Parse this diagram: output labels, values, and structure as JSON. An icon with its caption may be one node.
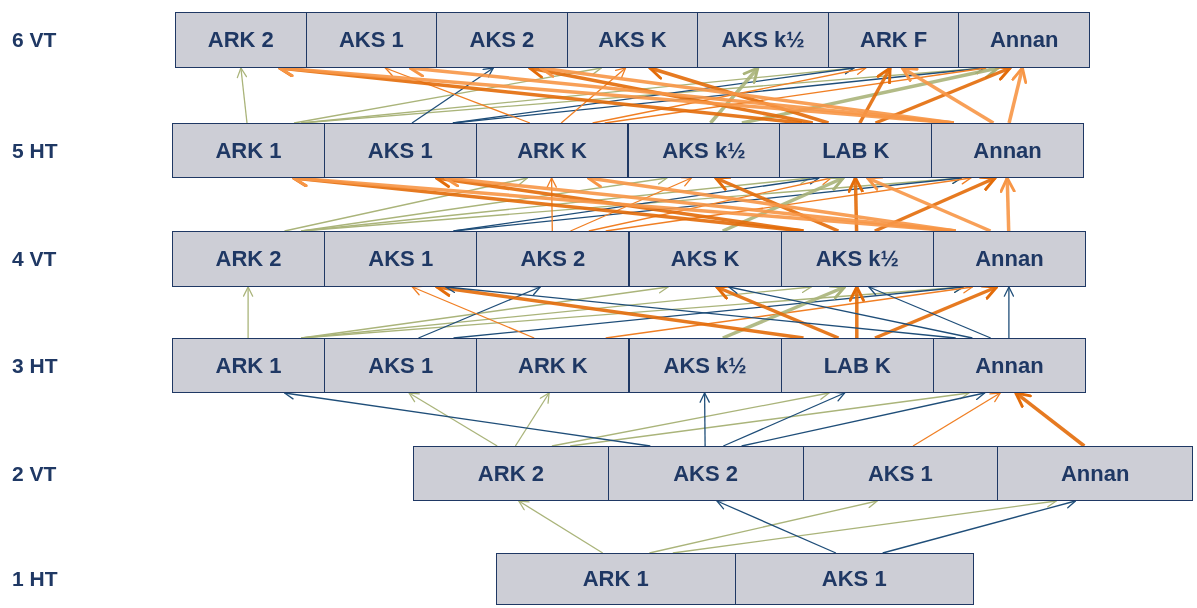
{
  "diagram": {
    "nodes": [
      {
        "text": [
          "ARK 2"
        ]
      },
      {
        "text": [
          "AKS 1"
        ]
      },
      {
        "text": [
          "AKS 2"
        ]
      },
      {
        "text": [
          "AKS K"
        ]
      },
      {
        "text": [
          "AKS k½"
        ]
      },
      {
        "text": [
          "ARK F"
        ]
      },
      {
        "text": [
          "Annan"
        ]
      },
      {
        "text": [
          "ARK 1"
        ]
      },
      {
        "text": [
          "AKS 1"
        ]
      },
      {
        "text": [
          "ARK K"
        ]
      },
      {
        "text": [
          "AKS k½"
        ]
      },
      {
        "text": [
          "LAB K"
        ]
      },
      {
        "text": [
          "Annan"
        ]
      },
      {
        "text": [
          "ARK 2"
        ]
      },
      {
        "text": [
          "AKS 1"
        ]
      },
      {
        "text": [
          "AKS 2"
        ]
      },
      {
        "text": [
          "AKS K"
        ]
      },
      {
        "text": [
          "AKS k½"
        ]
      },
      {
        "text": [
          "Annan"
        ]
      },
      {
        "text": [
          "ARK 1"
        ]
      },
      {
        "text": [
          "AKS 1"
        ]
      },
      {
        "text": [
          "ARK K"
        ]
      },
      {
        "text": [
          "AKS k½"
        ]
      },
      {
        "text": [
          "LAB K"
        ]
      },
      {
        "text": [
          "Annan"
        ]
      },
      {
        "text": [
          "ARK 2"
        ]
      },
      {
        "text": [
          "AKS 2"
        ]
      },
      {
        "text": [
          "AKS 1"
        ]
      },
      {
        "text": [
          "Annan"
        ]
      },
      {
        "text": [
          "ARK 1"
        ]
      },
      {
        "text": [
          "AKS 1"
        ]
      }
    ],
    "edges": [
      {
        "from": 29,
        "to": 25,
        "arrow": "to",
        "color": "#aab47a"
      },
      {
        "from": 29,
        "to": 27,
        "arrow": "to",
        "color": "#aab47a"
      },
      {
        "from": 29,
        "to": 28,
        "arrow": "to",
        "color": "#aab47a"
      },
      {
        "from": 30,
        "to": 26,
        "arrow": "to",
        "color": "#1f4e79"
      },
      {
        "from": 30,
        "to": 28,
        "arrow": "to",
        "color": "#1f4e79"
      },
      {
        "from": 25,
        "to": 20,
        "arrow": "to",
        "color": "#aab47a"
      },
      {
        "from": 25,
        "to": 21,
        "arrow": "to",
        "color": "#aab47a"
      },
      {
        "from": 25,
        "to": 23,
        "arrow": "to",
        "color": "#aab47a"
      },
      {
        "from": 25,
        "to": 24,
        "arrow": "to",
        "color": "#aab47a"
      },
      {
        "from": 26,
        "to": 19,
        "arrow": "to",
        "color": "#1f4e79"
      },
      {
        "from": 26,
        "to": 22,
        "arrow": "to",
        "color": "#1f4e79"
      },
      {
        "from": 26,
        "to": 23,
        "arrow": "to",
        "color": "#1f4e79"
      },
      {
        "from": 26,
        "to": 24,
        "arrow": "to",
        "color": "#1f4e79"
      },
      {
        "from": 27,
        "to": 24,
        "arrow": "to",
        "color": "#f07f24"
      },
      {
        "from": 28,
        "to": 24,
        "arrow": "to",
        "style": "thick",
        "color": "#e36c09"
      },
      {
        "from": 19,
        "to": 13,
        "arrow": "to",
        "color": "#aab47a"
      },
      {
        "from": 19,
        "to": 16,
        "arrow": "to",
        "color": "#aab47a"
      },
      {
        "from": 19,
        "to": 17,
        "arrow": "to",
        "color": "#aab47a"
      },
      {
        "from": 19,
        "to": 18,
        "arrow": "to",
        "color": "#aab47a"
      },
      {
        "from": 20,
        "to": 15,
        "arrow": "to",
        "color": "#1f4e79"
      },
      {
        "from": 20,
        "to": 18,
        "arrow": "to",
        "color": "#1f4e79"
      },
      {
        "from": 21,
        "to": 14,
        "arrow": "to",
        "color": "#f07f24"
      },
      {
        "from": 21,
        "to": 18,
        "arrow": "to",
        "color": "#f07f24"
      },
      {
        "from": 22,
        "to": 17,
        "arrow": "to",
        "style": "thick",
        "color": "#aab47a"
      },
      {
        "from": 23,
        "to": 14,
        "arrow": "to",
        "style": "thick",
        "color": "#e36c09"
      },
      {
        "from": 23,
        "to": 16,
        "arrow": "to",
        "style": "thick",
        "color": "#e36c09"
      },
      {
        "from": 23,
        "to": 17,
        "arrow": "to",
        "style": "thick",
        "color": "#e36c09"
      },
      {
        "from": 23,
        "to": 18,
        "arrow": "to",
        "style": "thick",
        "color": "#e36c09"
      },
      {
        "from": 24,
        "to": 14,
        "arrow": "to",
        "color": "#1f4e79"
      },
      {
        "from": 24,
        "to": 16,
        "arrow": "to",
        "color": "#1f4e79"
      },
      {
        "from": 24,
        "to": 17,
        "arrow": "to",
        "color": "#1f4e79"
      },
      {
        "from": 24,
        "to": 18,
        "arrow": "to",
        "color": "#1f4e79"
      },
      {
        "from": 13,
        "to": 9,
        "arrow": "to",
        "color": "#aab47a"
      },
      {
        "from": 13,
        "to": 10,
        "arrow": "to",
        "color": "#aab47a"
      },
      {
        "from": 13,
        "to": 11,
        "arrow": "to",
        "color": "#aab47a"
      },
      {
        "from": 13,
        "to": 12,
        "arrow": "to",
        "color": "#aab47a"
      },
      {
        "from": 14,
        "to": 11,
        "arrow": "to",
        "color": "#1f4e79"
      },
      {
        "from": 14,
        "to": 12,
        "arrow": "to",
        "color": "#1f4e79"
      },
      {
        "from": 15,
        "to": 9,
        "arrow": "to",
        "color": "#f07f24"
      },
      {
        "from": 15,
        "to": 10,
        "arrow": "to",
        "color": "#f07f24"
      },
      {
        "from": 15,
        "to": 11,
        "arrow": "to",
        "color": "#f07f24"
      },
      {
        "from": 15,
        "to": 12,
        "arrow": "to",
        "color": "#f07f24"
      },
      {
        "from": 16,
        "to": 11,
        "arrow": "to",
        "style": "thick",
        "color": "#aab47a"
      },
      {
        "from": 17,
        "to": 7,
        "arrow": "to",
        "style": "thick",
        "color": "#e36c09"
      },
      {
        "from": 17,
        "to": 8,
        "arrow": "to",
        "style": "thick",
        "color": "#e36c09"
      },
      {
        "from": 17,
        "to": 10,
        "arrow": "to",
        "style": "thick",
        "color": "#e36c09"
      },
      {
        "from": 17,
        "to": 11,
        "arrow": "to",
        "style": "thick",
        "color": "#e36c09"
      },
      {
        "from": 17,
        "to": 12,
        "arrow": "to",
        "style": "thick",
        "color": "#e36c09"
      },
      {
        "from": 18,
        "to": 7,
        "arrow": "to",
        "style": "thick",
        "color": "#f79646"
      },
      {
        "from": 18,
        "to": 8,
        "arrow": "to",
        "style": "thick",
        "color": "#f79646"
      },
      {
        "from": 18,
        "to": 9,
        "arrow": "to",
        "style": "thick",
        "color": "#f79646"
      },
      {
        "from": 18,
        "to": 11,
        "arrow": "to",
        "style": "thick",
        "color": "#f79646"
      },
      {
        "from": 18,
        "to": 12,
        "arrow": "to",
        "style": "thick",
        "color": "#f79646"
      },
      {
        "from": 7,
        "to": 0,
        "arrow": "to",
        "color": "#aab47a"
      },
      {
        "from": 7,
        "to": 3,
        "arrow": "to",
        "color": "#aab47a"
      },
      {
        "from": 7,
        "to": 5,
        "arrow": "to",
        "color": "#aab47a"
      },
      {
        "from": 7,
        "to": 6,
        "arrow": "to",
        "color": "#aab47a"
      },
      {
        "from": 8,
        "to": 2,
        "arrow": "to",
        "color": "#1f4e79"
      },
      {
        "from": 8,
        "to": 5,
        "arrow": "to",
        "color": "#1f4e79"
      },
      {
        "from": 8,
        "to": 6,
        "arrow": "to",
        "color": "#1f4e79"
      },
      {
        "from": 9,
        "to": 1,
        "arrow": "to",
        "color": "#f07f24"
      },
      {
        "from": 9,
        "to": 3,
        "arrow": "to",
        "color": "#f07f24"
      },
      {
        "from": 9,
        "to": 5,
        "arrow": "to",
        "color": "#f07f24"
      },
      {
        "from": 9,
        "to": 6,
        "arrow": "to",
        "color": "#f07f24"
      },
      {
        "from": 10,
        "to": 4,
        "arrow": "to",
        "style": "thick",
        "color": "#aab47a"
      },
      {
        "from": 10,
        "to": 6,
        "arrow": "to",
        "style": "thick",
        "color": "#aab47a"
      },
      {
        "from": 11,
        "to": 0,
        "arrow": "to",
        "style": "thick",
        "color": "#e36c09"
      },
      {
        "from": 11,
        "to": 2,
        "arrow": "to",
        "style": "thick",
        "color": "#e36c09"
      },
      {
        "from": 11,
        "to": 3,
        "arrow": "to",
        "style": "thick",
        "color": "#e36c09"
      },
      {
        "from": 11,
        "to": 5,
        "arrow": "to",
        "style": "thick",
        "color": "#e36c09"
      },
      {
        "from": 11,
        "to": 6,
        "arrow": "to",
        "style": "thick",
        "color": "#e36c09"
      },
      {
        "from": 12,
        "to": 0,
        "arrow": "to",
        "style": "thick",
        "color": "#f79646"
      },
      {
        "from": 12,
        "to": 1,
        "arrow": "to",
        "style": "thick",
        "color": "#f79646"
      },
      {
        "from": 12,
        "to": 2,
        "arrow": "to",
        "style": "thick",
        "color": "#f79646"
      },
      {
        "from": 12,
        "to": 5,
        "arrow": "to",
        "style": "thick",
        "color": "#f79646"
      },
      {
        "from": 12,
        "to": 6,
        "arrow": "to",
        "style": "thick",
        "color": "#f79646"
      }
    ],
    "labels": [
      "6 VT",
      "5 HT",
      "4 VT",
      "3 HT",
      "2 VT",
      "1 HT"
    ]
  }
}
